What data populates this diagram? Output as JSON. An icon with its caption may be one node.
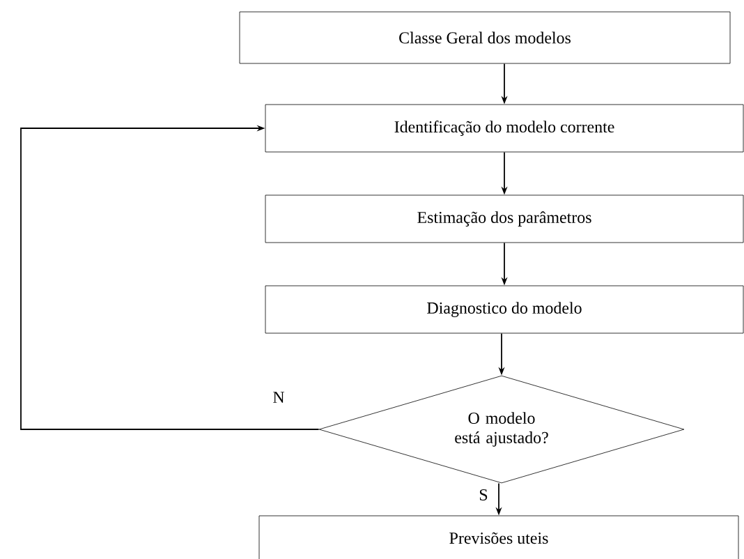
{
  "diagram": {
    "nodes": [
      {
        "text": [
          "Classe Geral dos modelos"
        ]
      },
      {
        "text": [
          "Identificação  do modelo corrente"
        ]
      },
      {
        "text": [
          "Estimação dos parâmetros"
        ]
      },
      {
        "text": [
          "Diagnostico do modelo"
        ]
      },
      {
        "text": [
          "O modelo está ajustado?"
        ]
      },
      {
        "text": [
          "Previsões uteis"
        ]
      }
    ],
    "edges": [
      {
        "from": 0,
        "to": 1,
        "arrow": "to"
      },
      {
        "from": 1,
        "to": 2,
        "arrow": "to"
      },
      {
        "from": 2,
        "to": 3,
        "arrow": "to"
      },
      {
        "from": 3,
        "to": 4,
        "arrow": "to"
      },
      {
        "from": 4,
        "to": 5,
        "arrow": "to",
        "label": "S"
      },
      {
        "from": 4,
        "to": 1,
        "arrow": "to",
        "label": "N"
      }
    ]
  }
}
